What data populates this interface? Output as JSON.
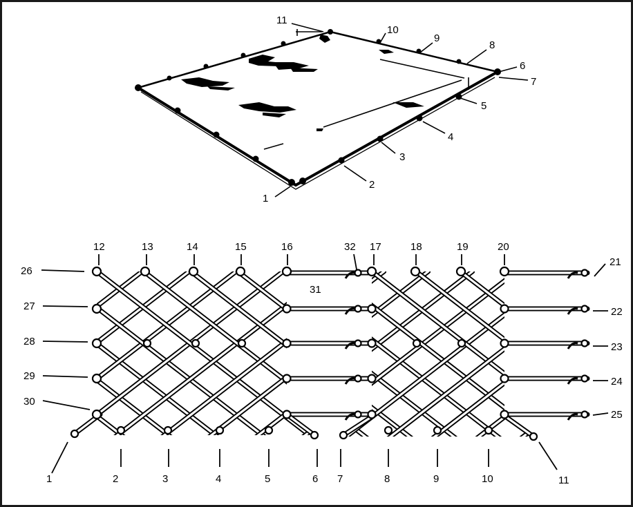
{
  "top_view": {
    "callouts": [
      "1",
      "2",
      "3",
      "4",
      "5",
      "6",
      "7",
      "8",
      "9",
      "10",
      "11"
    ]
  },
  "net_view": {
    "bottom_callouts": [
      "1",
      "2",
      "3",
      "4",
      "5",
      "6",
      "7",
      "8",
      "9",
      "10",
      "11"
    ],
    "top_callouts": [
      "12",
      "13",
      "14",
      "15",
      "16",
      "17",
      "18",
      "19",
      "20"
    ],
    "right_callouts": [
      "21",
      "22",
      "23",
      "24",
      "25"
    ],
    "left_callouts": [
      "26",
      "27",
      "28",
      "29",
      "30"
    ],
    "center_callout": "31",
    "joint_callout": "32"
  },
  "colors": {
    "ink": "#000000",
    "paper": "#ffffff",
    "frame": "#1a1a1a"
  }
}
